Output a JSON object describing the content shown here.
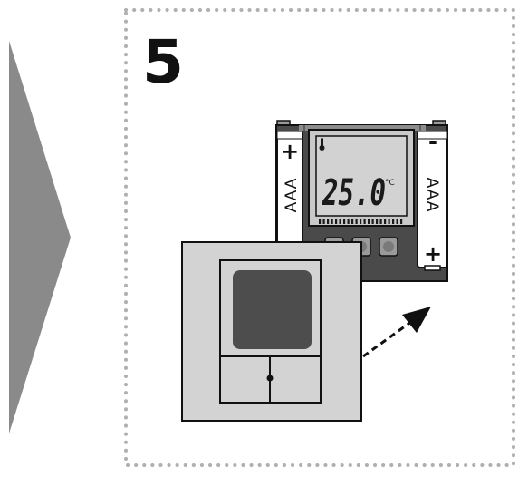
{
  "step": {
    "number": "5"
  },
  "display": {
    "temperature": "25.0",
    "unit": "°C"
  },
  "batteries": {
    "left": {
      "type": "AAA",
      "top_sign": "+",
      "bottom_sign": ""
    },
    "right": {
      "type": "AAA",
      "top_sign": "-",
      "bottom_sign": "+"
    }
  },
  "icons": [
    "next-arrow-icon",
    "thermometer-icon",
    "insert-arrow-icon"
  ],
  "colors": {
    "arrow": "#8a8a8a",
    "frame_border": "#b0b0b0",
    "module_body": "#4a4a4a",
    "lcd_bg": "#d2d2d2",
    "cover": "#d3d3d3",
    "cover_window": "#4d4d4d"
  }
}
